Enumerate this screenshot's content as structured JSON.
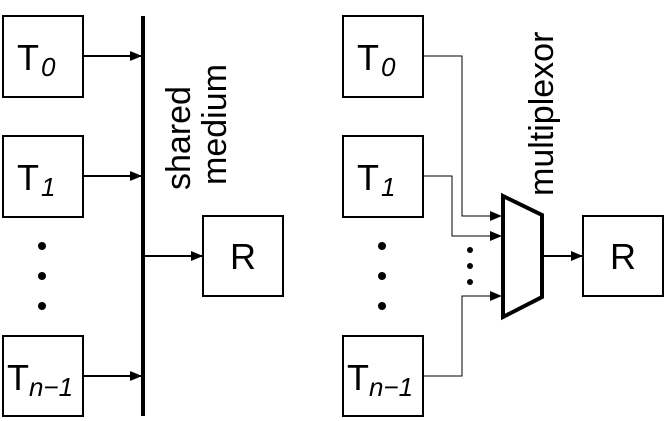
{
  "left": {
    "transmitters": [
      {
        "base": "T",
        "sub": "0"
      },
      {
        "base": "T",
        "sub": "1"
      },
      {
        "base": "T",
        "sub": "n−1"
      }
    ],
    "medium_label_line1": "shared",
    "medium_label_line2": "medium",
    "receiver": "R"
  },
  "right": {
    "transmitters": [
      {
        "base": "T",
        "sub": "0"
      },
      {
        "base": "T",
        "sub": "1"
      },
      {
        "base": "T",
        "sub": "n−1"
      }
    ],
    "mux_label": "multiplexor",
    "receiver": "R"
  }
}
